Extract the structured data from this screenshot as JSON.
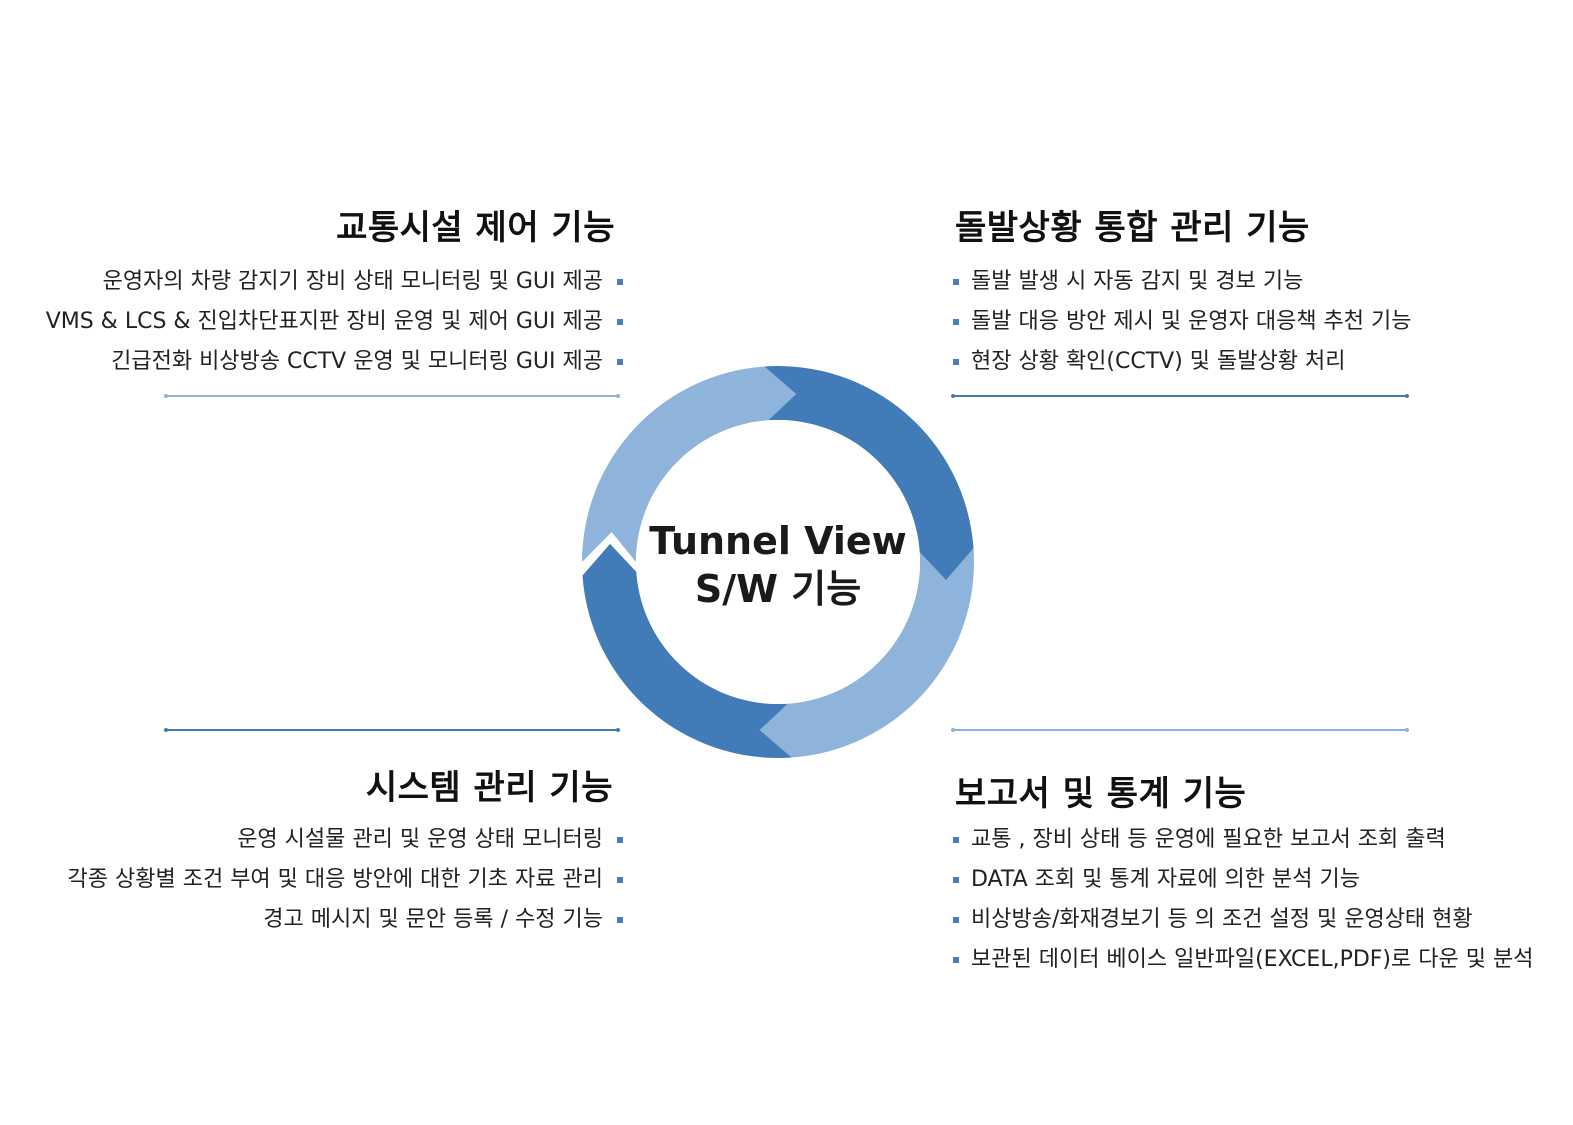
{
  "center": {
    "line1": "Tunnel View",
    "line2": "S/W 기능"
  },
  "colors": {
    "dark_blue": "#427cb8",
    "light_blue": "#8fb4dc",
    "bullet": "#4a7fbc",
    "text": "#222222"
  },
  "sections": {
    "top_left": {
      "title": "교통시설 제어 기능",
      "items": [
        "운영자의 차량 감지기 장비 상태 모니터링 및 GUI 제공",
        "VMS & LCS &  진입차단표지판 장비 운영 및 제어 GUI 제공",
        "긴급전화 비상방송 CCTV 운영 및 모니터링 GUI 제공"
      ]
    },
    "top_right": {
      "title": "돌발상황 통합 관리 기능",
      "items": [
        "돌발 발생 시 자동 감지 및 경보 기능",
        "돌발 대응 방안 제시 및 운영자 대응책 추천 기능",
        "현장 상황 확인(CCTV) 및 돌발상황 처리"
      ]
    },
    "bottom_left": {
      "title": "시스템 관리 기능",
      "items": [
        "운영 시설물 관리 및 운영 상태 모니터링",
        "각종 상황별 조건 부여 및 대응 방안에 대한 기초 자료 관리",
        "경고 메시지 및 문안 등록 / 수정 기능"
      ]
    },
    "bottom_right": {
      "title": "보고서 및 통계 기능",
      "items": [
        "교통 , 장비 상태 등 운영에 필요한 보고서 조회 출력",
        "DATA 조회 및 통계 자료에 의한 분석 기능",
        "비상방송/화재경보기 등 의 조건 설정 및 운영상태 현황",
        "보관된 데이터 베이스 일반파일(EXCEL,PDF)로 다운 및 분석"
      ]
    }
  }
}
